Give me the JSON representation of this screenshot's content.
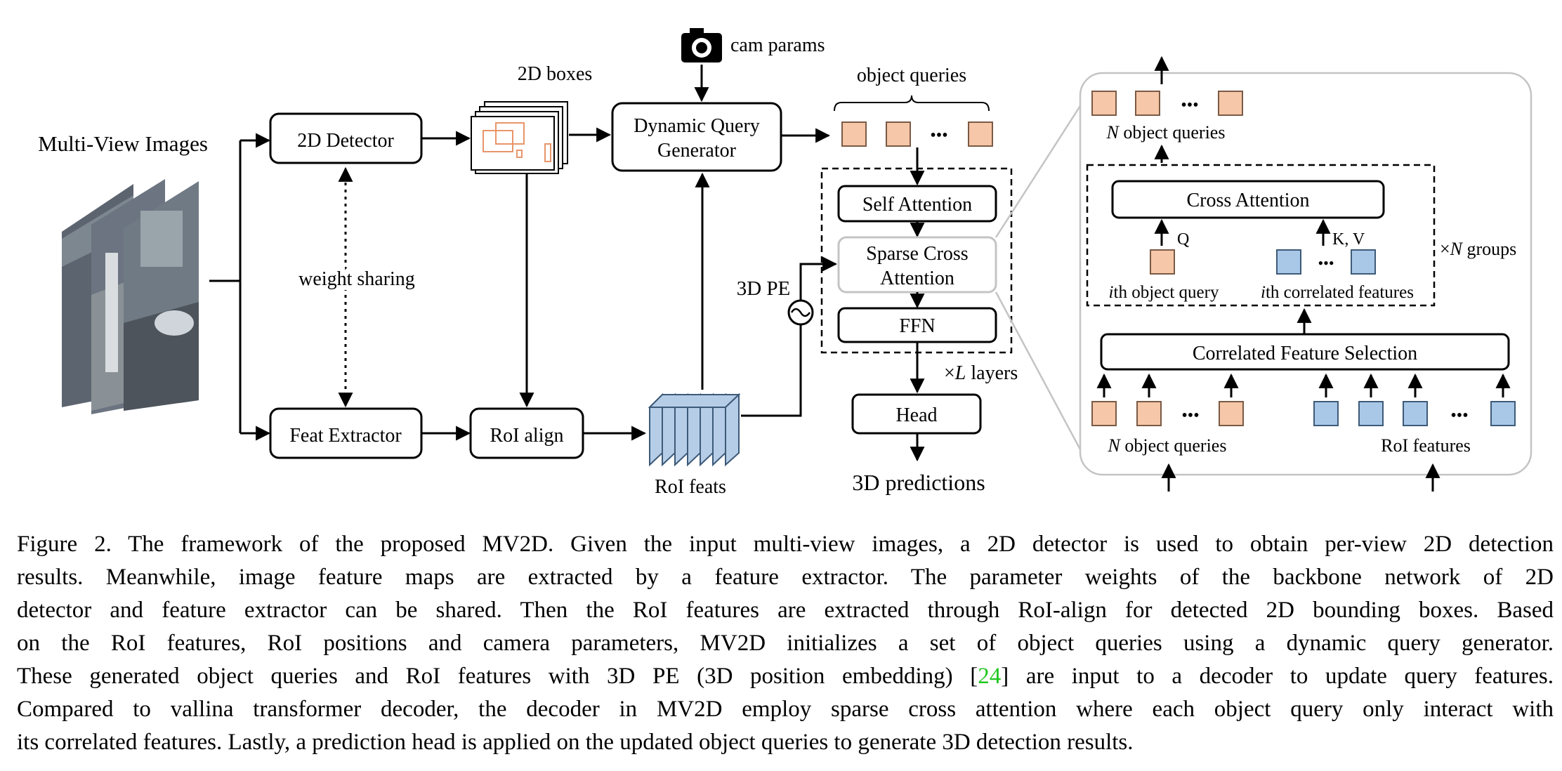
{
  "diagram": {
    "input_label": "Multi-View Images",
    "detector_label": "2D Detector",
    "feat_extractor_label": "Feat Extractor",
    "weight_sharing_label": "weight sharing",
    "boxes_label": "2D boxes",
    "roi_align_label": "RoI align",
    "roi_feats_label": "RoI feats",
    "cam_params_label": "cam params",
    "dqg_label_line1": "Dynamic Query",
    "dqg_label_line2": "Generator",
    "object_queries_label": "object queries",
    "self_attention_label": "Self Attention",
    "sparse_cross_line1": "Sparse Cross",
    "sparse_cross_line2": "Attention",
    "ffn_label": "FFN",
    "pe_label": "3D PE",
    "layers_prefix": "×",
    "layers_var": "L",
    "layers_suffix": " layers",
    "head_label": "Head",
    "predictions_label": "3D predictions",
    "ellipsis": "•••",
    "detail": {
      "top_queries_var": "N",
      "top_queries_suffix": " object queries",
      "cross_attention_label": "Cross Attention",
      "q_label": "Q",
      "kv_label": "K, V",
      "groups_prefix": "×",
      "groups_var": "N",
      "groups_suffix": " groups",
      "ith_query_var": "i",
      "ith_query_suffix": "th object query",
      "ith_features_var": "i",
      "ith_features_suffix": "th correlated features",
      "cfs_label": "Correlated Feature Selection",
      "bottom_queries_var": "N",
      "bottom_queries_suffix": " object queries",
      "roi_features_label": "RoI features"
    },
    "colors": {
      "query_fill": "#f6c7a8",
      "query_stroke": "#7a5a45",
      "feature_fill": "#a9c8e8",
      "feature_stroke": "#3d5a78",
      "box_orange": "#e8956a",
      "gray_border": "#c4c4c4"
    }
  },
  "caption": {
    "lines": [
      "Figure 2. The framework of the proposed MV2D. Given the input multi-view images, a 2D detector is used to obtain per-view 2D detection",
      "results.  Meanwhile, image feature maps are extracted by a feature extractor.  The parameter weights of the backbone network of 2D",
      "detector and feature extractor can be shared. Then the RoI features are extracted through RoI-align for detected 2D bounding boxes. Based",
      "on the RoI features, RoI positions and camera parameters, MV2D initializes a set of object queries using a dynamic query generator.",
      "Compared to vallina transformer decoder, the decoder in MV2D employ sparse cross attention where each object query only interact with",
      "its correlated features. Lastly, a prediction head is applied on the updated object queries to generate 3D detection results."
    ],
    "line5_before": "These generated object queries and RoI features with 3D PE (3D position embedding) [",
    "line5_ref": "24",
    "line5_after": "] are input to a decoder to update query features."
  }
}
